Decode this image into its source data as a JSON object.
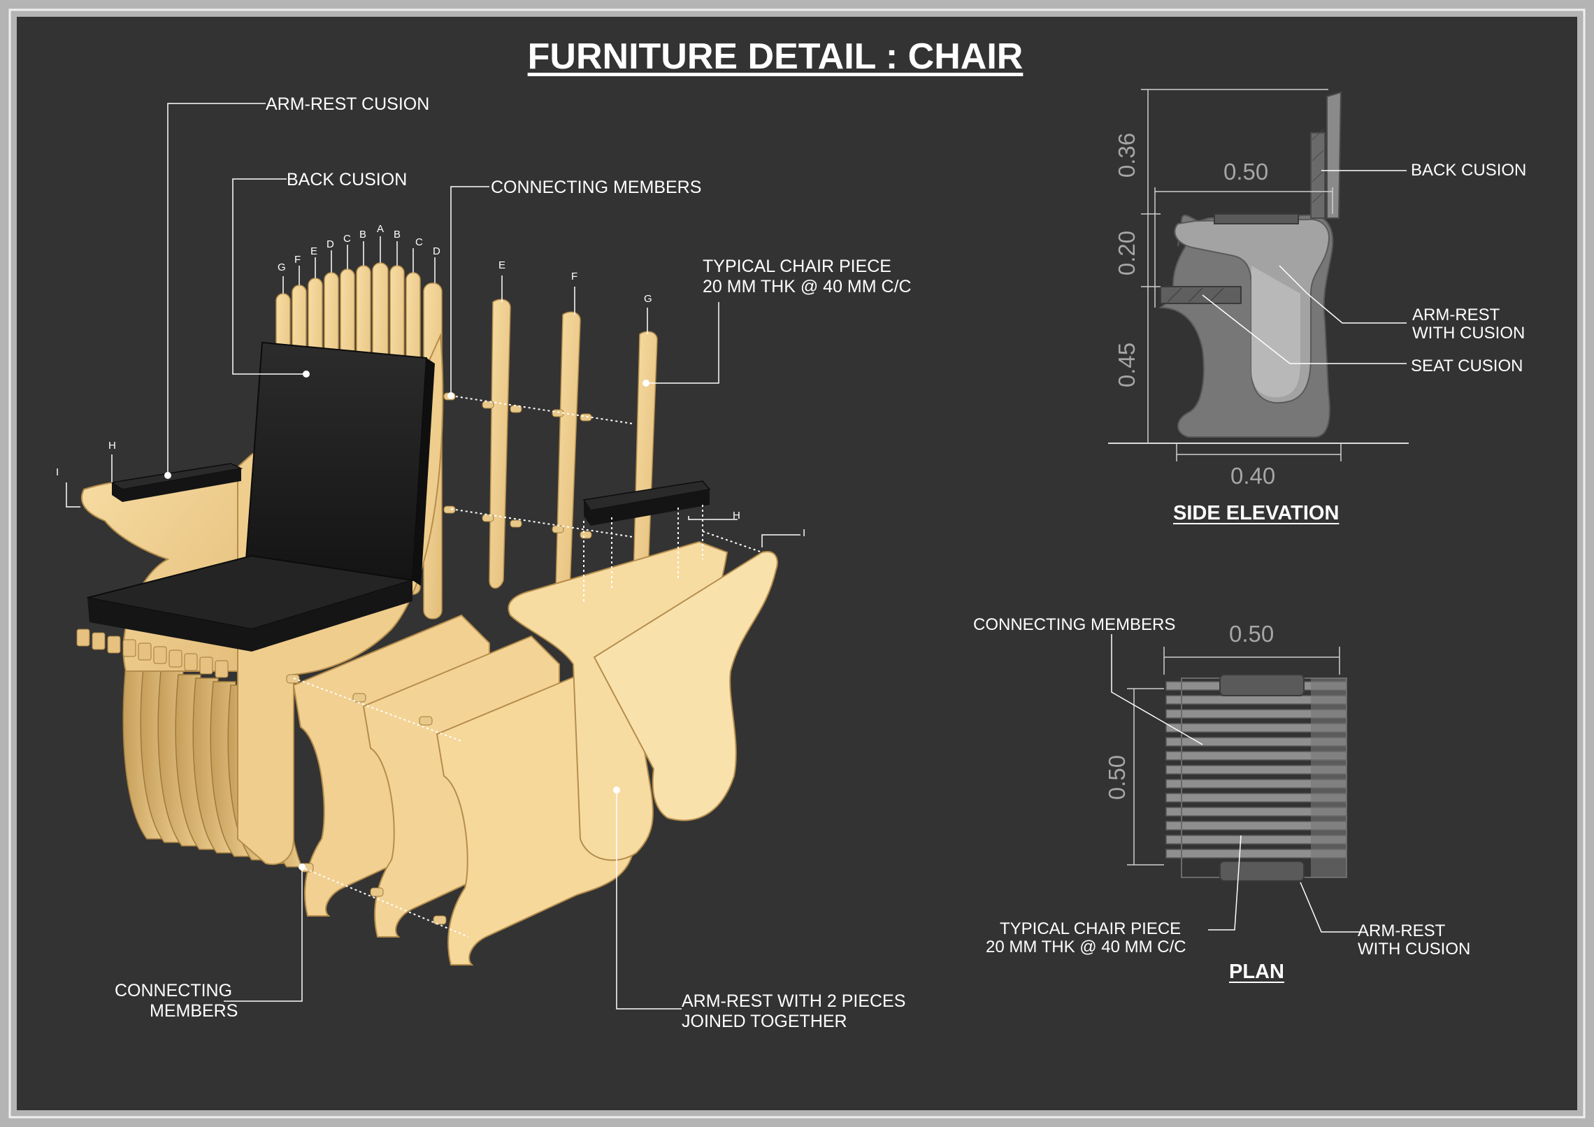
{
  "title": "FURNITURE DETAIL : CHAIR",
  "colors": {
    "page_border": "#b4b4b4",
    "background": "#333333",
    "wood_light": "#f4d496",
    "wood_dark": "#c9a35f",
    "cushion": "#1e1e1e",
    "text": "#ffffff",
    "drawing_gray": "#9a9a9a",
    "dimension_text": "#a6a6a6"
  },
  "isometric_view": {
    "labels": {
      "arm_rest_cusion": "ARM-REST CUSION",
      "back_cusion": "BACK CUSION",
      "connecting_members_top": "CONNECTING MEMBERS",
      "typical_piece_line1": "TYPICAL CHAIR PIECE",
      "typical_piece_line2": "20 MM THK @ 40 MM C/C",
      "connecting_members_bottom_line1": "CONNECTING",
      "connecting_members_bottom_line2": "MEMBERS",
      "arm_rest_pieces_line1": "ARM-REST WITH 2 PIECES",
      "arm_rest_pieces_line2": "JOINED TOGETHER"
    },
    "piece_letters": [
      "G",
      "F",
      "E",
      "D",
      "C",
      "B",
      "A",
      "B",
      "C",
      "D"
    ],
    "exploded_letters": [
      "E",
      "F",
      "G"
    ],
    "arm_letters": {
      "i_left": "I",
      "h_left": "H",
      "h_right": "H",
      "i_right": "I"
    }
  },
  "side_elevation": {
    "title": "SIDE ELEVATION",
    "dims": {
      "back_height": "0.36",
      "depth_top": "0.50",
      "arm_height": "0.20",
      "seat_height": "0.45",
      "base_depth": "0.40"
    },
    "labels": {
      "back_cusion": "BACK CUSION",
      "arm_rest_line1": "ARM-REST",
      "arm_rest_line2": "WITH CUSION",
      "seat_cusion": "SEAT CUSION"
    }
  },
  "plan": {
    "title": "PLAN",
    "dims": {
      "width": "0.50",
      "depth": "0.50"
    },
    "labels": {
      "connecting_members": "CONNECTING MEMBERS",
      "typical_piece_line1": "TYPICAL CHAIR PIECE",
      "typical_piece_line2": "20 MM THK @ 40 MM C/C",
      "arm_rest_line1": "ARM-REST",
      "arm_rest_line2": "WITH CUSION"
    }
  }
}
